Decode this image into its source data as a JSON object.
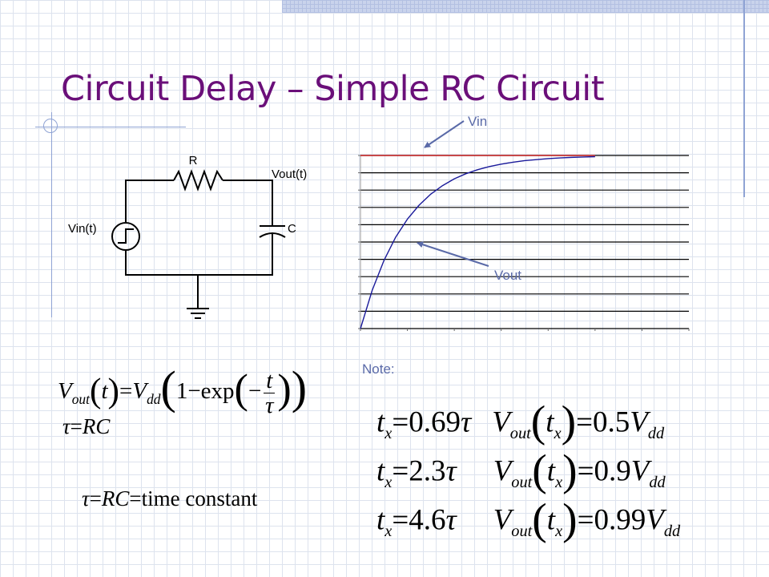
{
  "slide": {
    "title": "Circuit Delay – Simple RC Circuit"
  },
  "circuit": {
    "resistor_label": "R",
    "vout_label": "Vout(t)",
    "vin_label": "Vin(t)",
    "capacitor_label": "C"
  },
  "plot_labels": {
    "vin": "Vin",
    "vout": "Vout",
    "note": "Note:"
  },
  "equations": {
    "vout_formula": {
      "lhs_symbol": "V",
      "lhs_sub": "out",
      "lhs_arg": "t",
      "equals": "=",
      "rhs_symbol": "V",
      "rhs_sub": "dd",
      "one": "1",
      "minus": "−",
      "exp": "exp",
      "numerator": "t",
      "denominator": "τ"
    },
    "tau_def": {
      "tau": "τ",
      "equals": "=",
      "rc": "RC"
    },
    "tau_const": {
      "tau": "τ",
      "equals": "=",
      "rc": "RC",
      "equals2": "=",
      "text": "time constant"
    },
    "notes": [
      {
        "t": "t",
        "sub": "x",
        "eq": "=",
        "coef": "0.69",
        "tau": "τ",
        "v": "V",
        "vsub": "out",
        "arg": "t",
        "argsub": "x",
        "eq2": "=",
        "frac": "0.5",
        "vdd": "V",
        "vddsub": "dd"
      },
      {
        "t": "t",
        "sub": "x",
        "eq": "=",
        "coef": "2.3",
        "tau": "τ",
        "v": "V",
        "vsub": "out",
        "arg": "t",
        "argsub": "x",
        "eq2": "=",
        "frac": "0.9",
        "vdd": "V",
        "vddsub": "dd"
      },
      {
        "t": "t",
        "sub": "x",
        "eq": "=",
        "coef": "4.6",
        "tau": "τ",
        "v": "V",
        "vsub": "out",
        "arg": "t",
        "argsub": "x",
        "eq2": "=",
        "frac": "0.99",
        "vdd": "V",
        "vddsub": "dd"
      }
    ]
  },
  "chart_data": {
    "type": "line",
    "x": [
      0,
      0.25,
      0.5,
      0.75,
      1,
      1.25,
      1.5,
      1.75,
      2,
      2.25,
      2.5,
      2.75,
      3,
      3.25,
      3.5,
      3.75,
      4,
      4.25,
      4.5,
      4.75,
      5
    ],
    "series": [
      {
        "name": "Vin",
        "values": [
          1,
          1,
          1,
          1,
          1,
          1,
          1,
          1,
          1,
          1,
          1,
          1,
          1,
          1,
          1,
          1,
          1,
          1,
          1,
          1,
          1
        ]
      },
      {
        "name": "Vout",
        "values": [
          0,
          0.221,
          0.393,
          0.528,
          0.632,
          0.713,
          0.777,
          0.826,
          0.865,
          0.895,
          0.918,
          0.936,
          0.95,
          0.961,
          0.97,
          0.976,
          0.982,
          0.986,
          0.989,
          0.991,
          0.993
        ]
      }
    ],
    "xlim": [
      0,
      7
    ],
    "ylim": [
      0,
      1
    ],
    "grid": "horizontal",
    "colors": {
      "vin": "#cc2222",
      "vout": "#1a1a9a",
      "grid": "#000000"
    }
  }
}
